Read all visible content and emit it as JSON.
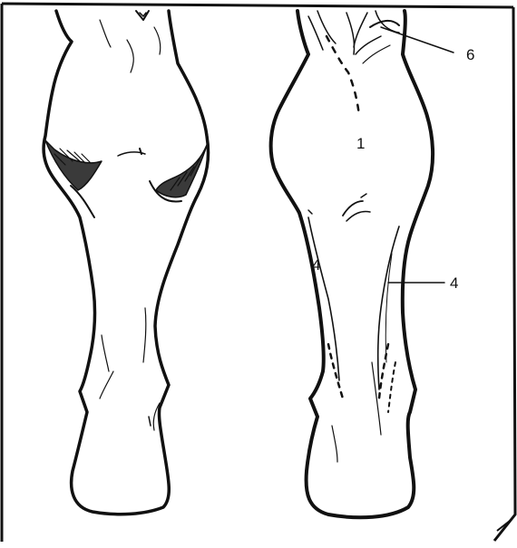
{
  "figure": {
    "ink_color": "#111111",
    "shade_color": "#3a3a3a",
    "paper_color": "#ffffff",
    "labels": {
      "num_1": "1",
      "num_4_left": "4",
      "num_4_right": "4",
      "num_6": "6"
    }
  }
}
